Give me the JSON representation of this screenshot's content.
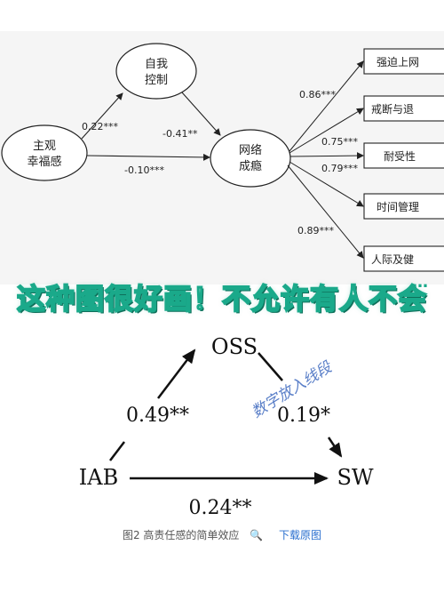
{
  "top_diagram": {
    "nodes": {
      "self_control": "自我\n控制",
      "wellbeing": "主观\n幸福感",
      "addiction": "网络\n成瘾"
    },
    "paths": {
      "wb_to_sc": "0.22***",
      "sc_to_add": "-0.41**",
      "wb_to_add": "-0.10***"
    },
    "indicators": [
      {
        "label": "强迫上网",
        "loading": "0.86***"
      },
      {
        "label": "戒断与退",
        "loading": ""
      },
      {
        "label": "耐受性",
        "loading": "0.75***"
      },
      {
        "label": "时间管理",
        "loading": "0.79***"
      },
      {
        "label": "人际及健",
        "loading": "0.89***"
      }
    ]
  },
  "banner": {
    "text": "这种图很好画！不允许有人不会",
    "dots": "…"
  },
  "bottom_diagram": {
    "nodes": {
      "oss": "OSS",
      "iab": "IAB",
      "sw": "SW"
    },
    "paths": {
      "iab_to_oss": "0.49**",
      "oss_to_sw": "0.19*",
      "iab_to_sw": "0.24**"
    },
    "handwriting": "数字放入线段"
  },
  "caption": {
    "text": "图2 高责任感的简单效应",
    "zoom_icon": "🔍",
    "download": "下载原图"
  }
}
